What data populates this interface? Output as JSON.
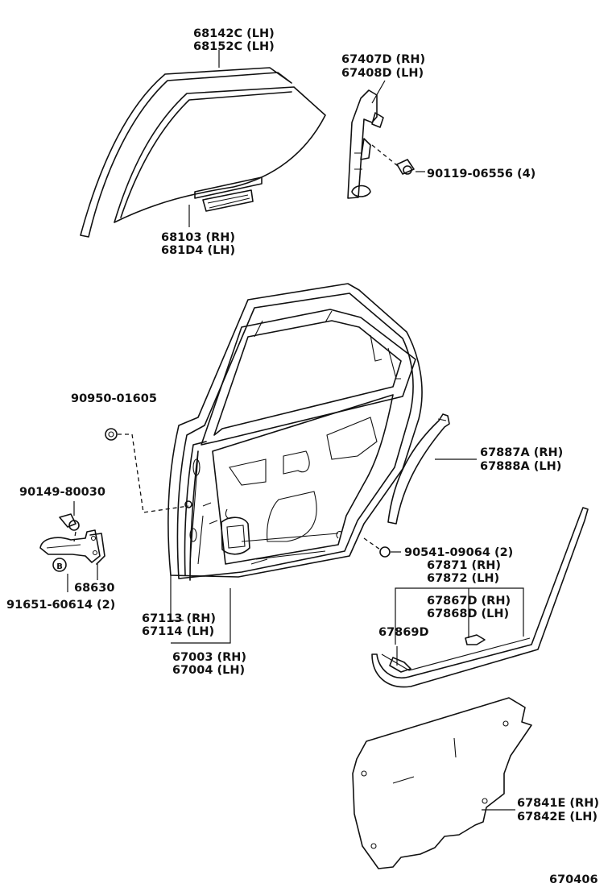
{
  "labels": {
    "p68142C": "68142C (LH)",
    "p68152C": "68152C (LH)",
    "p67407D": "67407D (RH)",
    "p67408D": "67408D (LH)",
    "p90119": "90119-06556 (4)",
    "p68103": "68103 (RH)",
    "p68104": "681D4 (LH)",
    "p90950": "90950-01605",
    "p67887A": "67887A (RH)",
    "p67888A": "67888A (LH)",
    "p90149": "90149-80030",
    "p68630": "68630",
    "p91651": "91651-60614 (2)",
    "p90541": "90541-09064 (2)",
    "p67871": "67871 (RH)",
    "p67872": "67872 (LH)",
    "p67867D": "67867D (RH)",
    "p67868D": "67868D (LH)",
    "p67869D": "67869D",
    "p67113": "67113 (RH)",
    "p67114": "67114 (LH)",
    "p67003": "67003 (RH)",
    "p67004": "67004 (LH)",
    "p67841E": "67841E (RH)",
    "p67842E": "67842E (LH)",
    "figure_code": "670406",
    "bolt_marker": "B"
  }
}
